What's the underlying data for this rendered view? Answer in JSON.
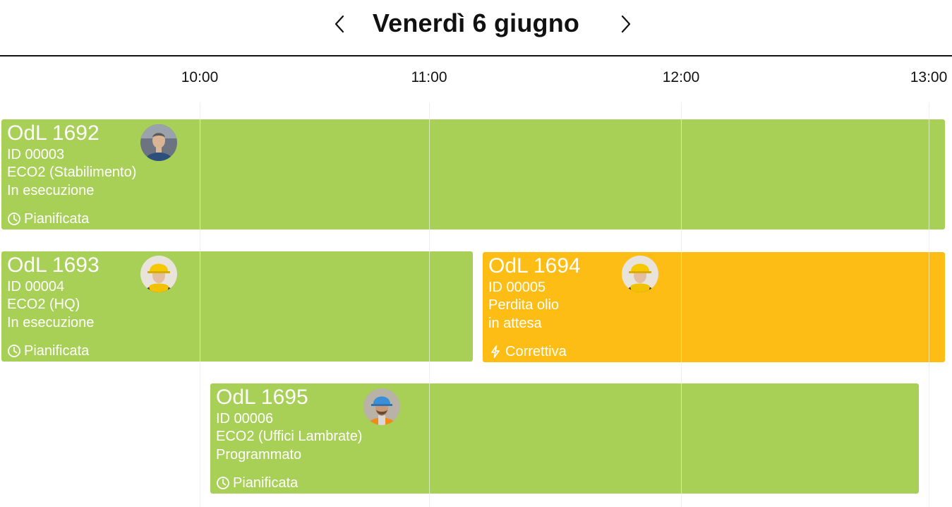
{
  "header": {
    "title": "Venerdì 6 giugno"
  },
  "icons": {
    "prev": "chevron-left-icon",
    "next": "chevron-right-icon",
    "scheduled": "clock-icon",
    "corrective": "lightning-icon",
    "technician": "worker-avatar"
  },
  "colors": {
    "planned": "#a8cf56",
    "corrective": "#fdbd14"
  },
  "timeline": {
    "ticks": [
      "10:00",
      "11:00",
      "12:00",
      "13:00"
    ]
  },
  "orders": [
    {
      "title": "OdL 1692",
      "id": "ID 00003",
      "location": "ECO2 (Stabilimento)",
      "status": "In esecuzione",
      "kind": "Pianificata"
    },
    {
      "title": "OdL 1693",
      "id": "ID 00004",
      "location": "ECO2 (HQ)",
      "status": "In esecuzione",
      "kind": "Pianificata"
    },
    {
      "title": "OdL 1694",
      "id": "ID 00005",
      "location": "Perdita olio",
      "status": "in attesa",
      "kind": "Correttiva"
    },
    {
      "title": "OdL 1695",
      "id": "ID 00006",
      "location": "ECO2 (Uffici Lambrate)",
      "status": "Programmato",
      "kind": "Pianificata"
    }
  ]
}
